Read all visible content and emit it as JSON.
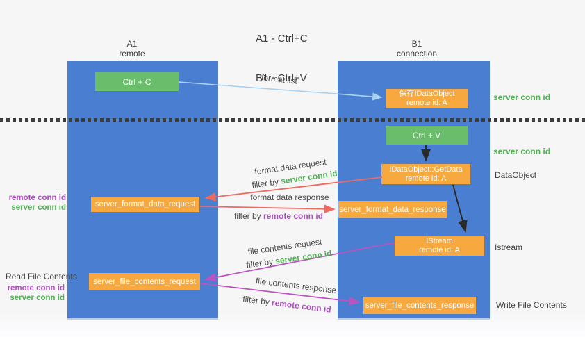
{
  "title": {
    "line1": "A1 - Ctrl+C",
    "line2": "B1 - Ctrl+V"
  },
  "lanes": {
    "left": {
      "name": "A1",
      "role": "remote"
    },
    "right": {
      "name": "B1",
      "role": "connection"
    }
  },
  "nodes": {
    "ctrl_c": {
      "label": "Ctrl + C"
    },
    "save_idataobject": {
      "line1": "保存IDataObject",
      "line2": "remote id: A"
    },
    "ctrl_v": {
      "label": "Ctrl + V"
    },
    "getdata": {
      "line1": "IDataObject::GetData",
      "line2": "remote id: A"
    },
    "format_request": {
      "label": "server_format_data_request"
    },
    "format_response": {
      "label": "server_format_data_response"
    },
    "istream": {
      "line1": "IStream",
      "line2": "remote id: A"
    },
    "file_request": {
      "label": "server_file_contents_request"
    },
    "file_response": {
      "label": "server_file_contents_response"
    }
  },
  "flow_labels": {
    "format_list": "format list",
    "format_data_request": "format data request",
    "format_request_filter_prefix": "filter by ",
    "format_request_filter_value": "server conn id",
    "format_data_response": "format data response",
    "format_response_filter_prefix": "filter by ",
    "format_response_filter_value": "remote conn id",
    "file_contents_request": "file contents request",
    "file_request_filter_prefix": "filter by ",
    "file_request_filter_value": "server conn id",
    "file_contents_response": "file contents response",
    "file_response_filter_prefix": "filter by ",
    "file_response_filter_value": "remote conn id"
  },
  "side_labels": {
    "right_top_server_conn_id": "server conn id",
    "right_mid_server_conn_id": "server conn id",
    "dataobject": "DataObject",
    "istream": "Istream",
    "write_file_contents": "Write File Contents",
    "format_remote_conn_id": "remote conn id",
    "format_server_conn_id": "server conn id",
    "read_file_contents": "Read File Contents",
    "file_remote_conn_id": "remote conn id",
    "file_server_conn_id": "server conn id"
  },
  "colors": {
    "lane_blue": "#4a7ed0",
    "node_green": "#69bd6b",
    "node_orange": "#f7a940",
    "arrow_light_blue": "#a9d2f0",
    "arrow_red": "#ef6a5f",
    "arrow_magenta": "#bd53be",
    "arrow_black": "#2b2b2b",
    "label_green": "#52b055",
    "label_purple": "#ad4fbf"
  }
}
